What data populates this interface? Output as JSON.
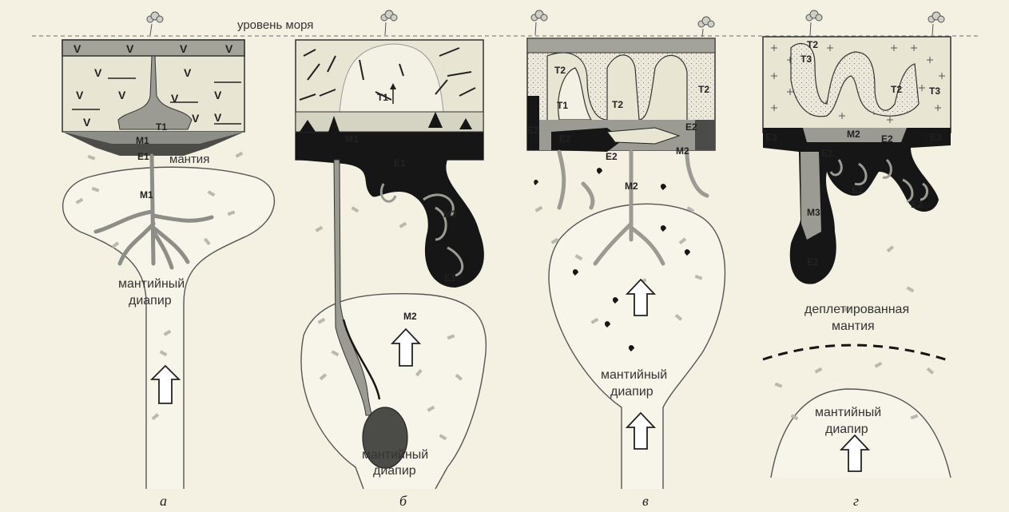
{
  "sea_level_label": "уровень моря",
  "panels": [
    {
      "letter": "а",
      "labels": {
        "mantle": "мантия",
        "diapir_line1": "мантийный",
        "diapir_line2": "диапир"
      },
      "units": [
        "T1",
        "M1",
        "E1",
        "M1"
      ]
    },
    {
      "letter": "б",
      "labels": {
        "diapir_line1": "мантийный",
        "diapir_line2": "диапир"
      },
      "units": [
        "T1",
        "M1",
        "E1",
        "M2",
        "E1",
        "M2"
      ]
    },
    {
      "letter": "в",
      "labels": {
        "diapir_line1": "мантийный",
        "diapir_line2": "диапир"
      },
      "units": [
        "T2",
        "T1",
        "T2",
        "T2",
        "E2",
        "E2",
        "E2",
        "E2",
        "M2",
        "M2"
      ]
    },
    {
      "letter": "г",
      "labels": {
        "depleted_line1": "деплетированная",
        "depleted_line2": "мантия",
        "diapir_line1": "мантийный",
        "diapir_line2": "диапир"
      },
      "units": [
        "T2",
        "T3",
        "T2",
        "T3",
        "E3",
        "M2",
        "E3",
        "E2",
        "E2",
        "E2",
        "E2",
        "M3",
        "E2"
      ]
    }
  ],
  "colors": {
    "background": "#f4f1e2",
    "crust_light": "#e8e6d3",
    "crust_top": "#a3a39a",
    "gray_melt": "#9b9b94",
    "dark_melt": "#161616",
    "diapir_fill": "#f7f5ea",
    "dash_crystals": "#b9b9b1"
  }
}
